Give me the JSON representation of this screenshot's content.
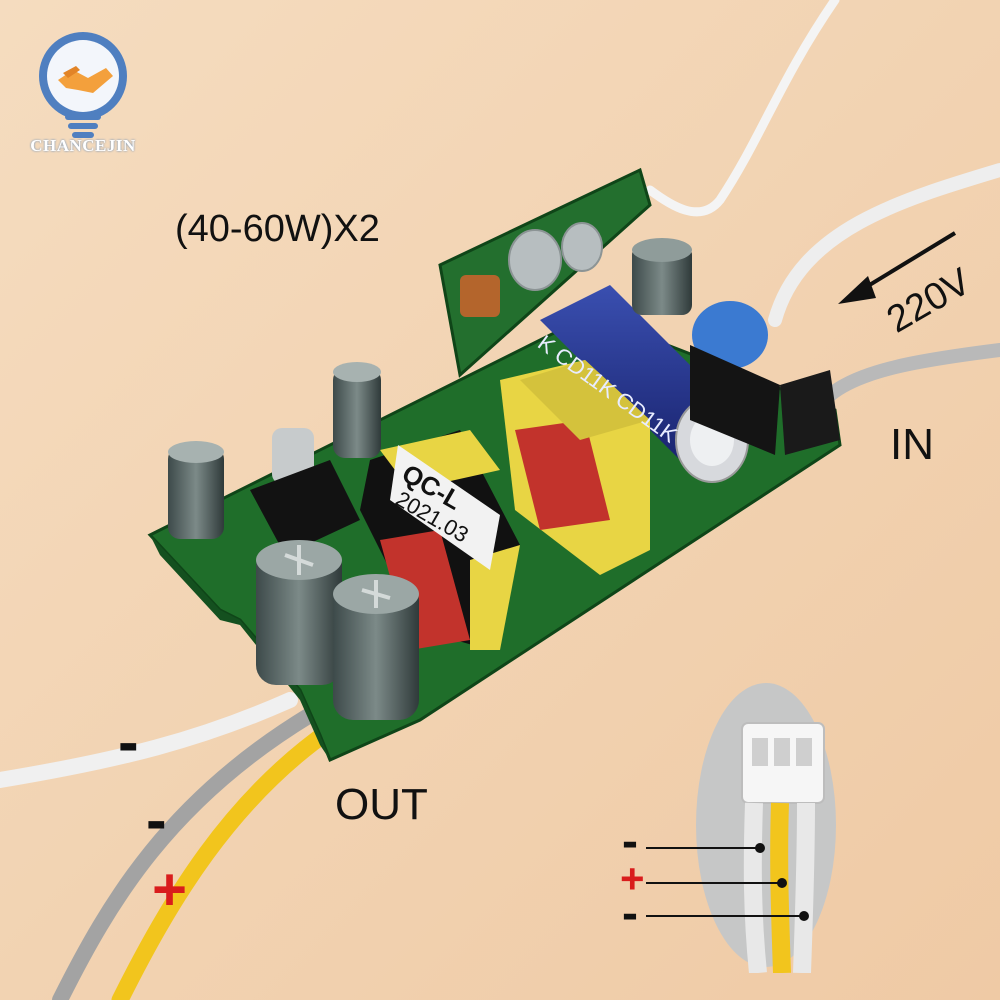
{
  "brand": {
    "name": "CHANCEJIN",
    "logo_icon": "lightbulb-handshake-icon",
    "colors": {
      "blue": "#4f7fc0",
      "orange": "#f3a03c"
    }
  },
  "labels": {
    "power_rating": "(40-60W)X2",
    "input_voltage": "220V",
    "input": "IN",
    "output": "OUT"
  },
  "output_wires": [
    {
      "sign": "-",
      "wire_color": "#e9e9e9"
    },
    {
      "sign": "-",
      "wire_color": "#9c9c9c"
    },
    {
      "sign": "+",
      "wire_color": "#f2c51d"
    }
  ],
  "connector_inset": {
    "pins": [
      {
        "sign": "-"
      },
      {
        "sign": "+"
      },
      {
        "sign": "-"
      }
    ]
  },
  "component_markings": {
    "capacitor": "K CD11K CD11K",
    "transformer_label": "QC-L",
    "transformer_date": "2021.03"
  },
  "colors": {
    "background": "#f3d6b7",
    "pcb": "#1f6e2a",
    "minus_sign": "#111111",
    "plus_sign": "#d91c1c"
  }
}
